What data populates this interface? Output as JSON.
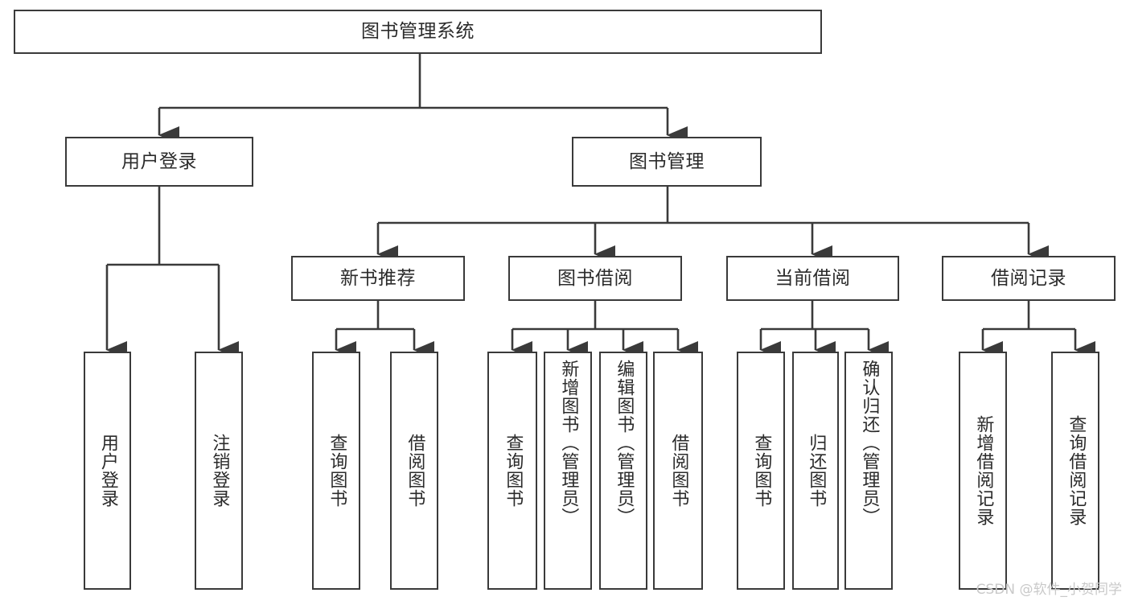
{
  "diagram": {
    "title": "图书管理系统",
    "type": "tree-hierarchy-diagram",
    "colors": {
      "box_border": "#3a3a3a",
      "box_fill": "#ffffff",
      "edge": "#3a3a3a",
      "text": "#2b2b2b",
      "watermark": "#c9c9c9"
    }
  },
  "watermark": {
    "text": "CSDN @软件_小贺同学"
  },
  "nodes": {
    "root": {
      "label": "图书管理系统"
    },
    "level1": [
      {
        "label": "用户登录"
      },
      {
        "label": "图书管理"
      }
    ],
    "level2": [
      {
        "label": "新书推荐"
      },
      {
        "label": "图书借阅"
      },
      {
        "label": "当前借阅"
      },
      {
        "label": "借阅记录"
      }
    ],
    "leaves": {
      "user_login": [
        {
          "label": "用户登录"
        },
        {
          "label": "注销登录"
        }
      ],
      "new_book_recommend": [
        {
          "label": "查询图书"
        },
        {
          "label": "借阅图书"
        }
      ],
      "book_borrow": [
        {
          "label": "查询图书"
        },
        {
          "label": "新增图书（管理员）"
        },
        {
          "label": "编辑图书（管理员）"
        },
        {
          "label": "借阅图书"
        }
      ],
      "current_borrow": [
        {
          "label": "查询图书"
        },
        {
          "label": "归还图书"
        },
        {
          "label": "确认归还（管理员）"
        }
      ],
      "borrow_records": [
        {
          "label": "新增借阅记录"
        },
        {
          "label": "查询借阅记录"
        }
      ]
    }
  }
}
